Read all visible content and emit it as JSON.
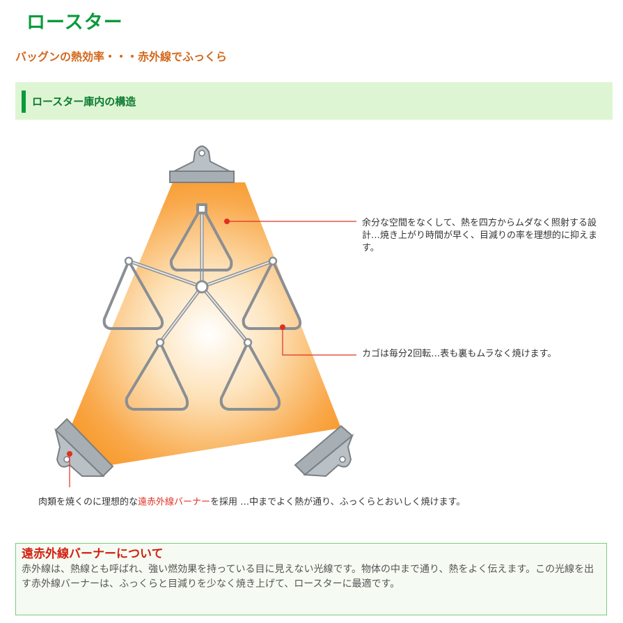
{
  "header": {
    "title": "ロースター",
    "tagline": "バッグンの熱効率・・・赤外線でふっくら"
  },
  "section": {
    "label": "ロースター庫内の構造"
  },
  "diagram": {
    "callouts": [
      "余分な空間をなくして、熱を四方からムダなく照射する設計…焼き上がり時間が早く、目減りの率を理想的に抑えます。",
      "カゴは毎分2回転…表も裏もムラなく焼けます。"
    ],
    "caption_before": "肉類を焼くのに理想的な",
    "caption_highlight": "遠赤外線バーナー",
    "caption_after": "を採用 …中までよく熱が通り、ふっくらとおいしく焼けます。"
  },
  "info": {
    "title": "遠赤外線バーナーについて",
    "body": "赤外線は、熱線とも呼ばれ、強い燃効果を持っている目に見えない光線です。物体の中まで通り、熱をよく伝えます。この光線を出す赤外線バーナーは、ふっくらと目減りを少なく焼き上げて、ロースターに最適です。"
  },
  "colors": {
    "brand_green": "#0a9a3c",
    "heat_orange": "#f7941d",
    "highlight_red": "#e03020"
  }
}
